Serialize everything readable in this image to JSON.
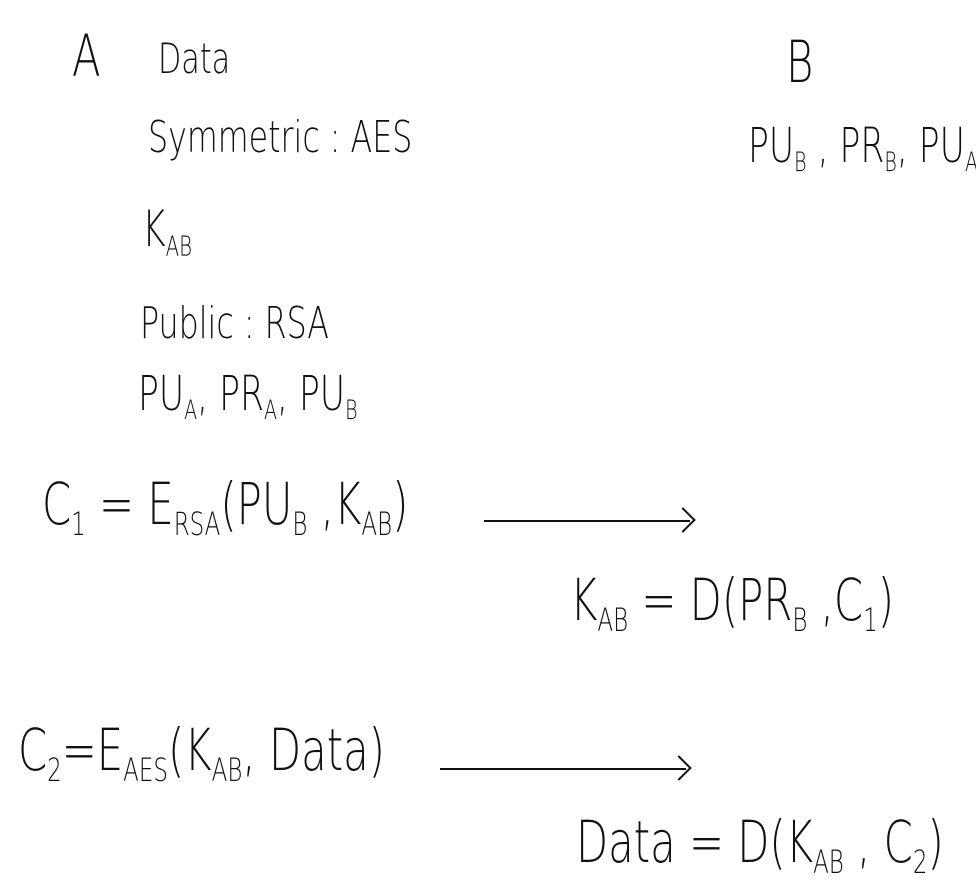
{
  "party_a": {
    "label": "A",
    "data": "Data",
    "symmetric": "Symmetric : AES",
    "key": {
      "main": "K",
      "sub": "AB"
    },
    "public": "Public : RSA",
    "keys": [
      {
        "main": "PU",
        "sub": "A"
      },
      {
        "main": "PR",
        "sub": "A"
      },
      {
        "main": "PU",
        "sub": "B"
      }
    ]
  },
  "party_b": {
    "label": "B",
    "keys": [
      {
        "main": "PU",
        "sub": "B"
      },
      {
        "main": "PR",
        "sub": "B"
      },
      {
        "main": "PU",
        "sub": "A"
      }
    ]
  },
  "step1": {
    "lhs": {
      "main": "C",
      "sub": "1"
    },
    "eq": "=",
    "func": {
      "main": "E",
      "sub": "RSA"
    },
    "arg1": {
      "main": "PU",
      "sub": "B"
    },
    "arg2": {
      "main": "K",
      "sub": "AB"
    },
    "result": {
      "lhs_main": "K",
      "lhs_sub": "AB",
      "rhs_pre": "= D(",
      "arg1_main": "PR",
      "arg1_sub": "B",
      "arg2_main": "C",
      "arg2_sub": "1",
      "close": ")"
    }
  },
  "step2": {
    "lhs": {
      "main": "C",
      "sub": "2"
    },
    "eq": "=",
    "func": {
      "main": "E",
      "sub": "AES"
    },
    "arg1": {
      "main": "K",
      "sub": "AB"
    },
    "arg2": "Data",
    "result": {
      "lhs": "Data",
      "rhs_pre": "= D(",
      "arg1_main": "K",
      "arg1_sub": "AB",
      "arg2_main": "C",
      "arg2_sub": "2",
      "close": ")"
    }
  }
}
